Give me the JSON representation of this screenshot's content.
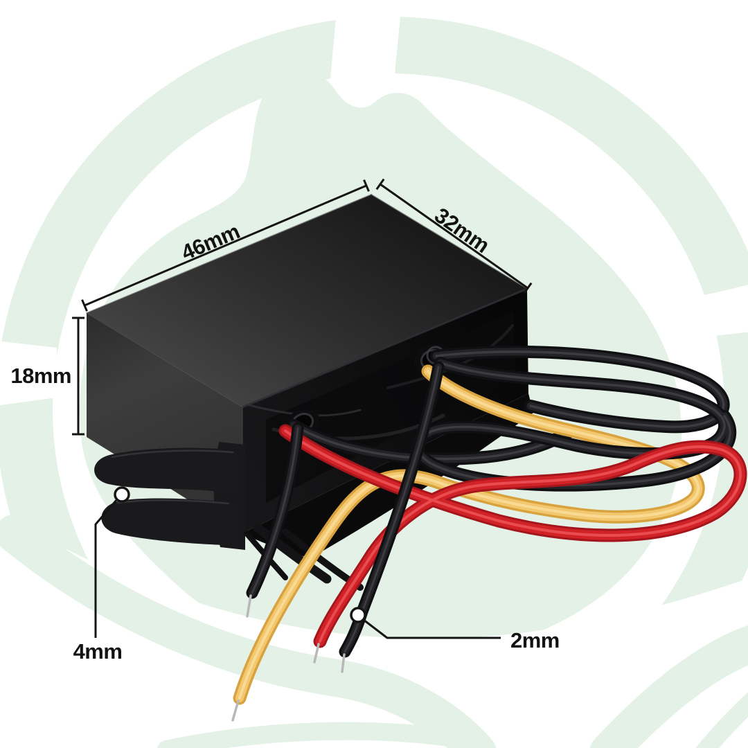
{
  "annotations": {
    "length_label": "46mm",
    "depth_label": "32mm",
    "height_label": "18mm",
    "mount_slot_label": "4mm",
    "wire_diameter_label": "2mm"
  },
  "colors": {
    "background": "#ffffff",
    "watermark_green": "#e4f1e6",
    "annotation_ink": "#121212",
    "box_black": "#1b1b1d",
    "wire_red": "#d12228",
    "wire_yellow": "#f3c76e",
    "wire_black": "#232327",
    "wire_tip_silver": "#b8b8bb"
  }
}
